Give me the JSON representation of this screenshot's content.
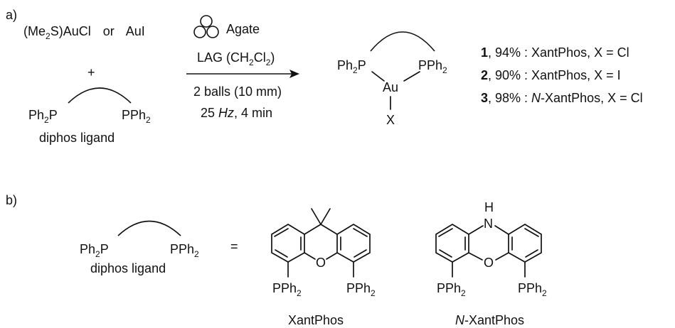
{
  "panel_a": {
    "label": "a)",
    "reagents": {
      "line1_prefix": "(Me",
      "line1_sub": "2",
      "line1_mid": "S)AuCl",
      "or": "or",
      "aui": "AuI",
      "plus": "+"
    },
    "conditions": {
      "agate": "Agate",
      "lag_prefix": "LAG (CH",
      "lag_sub1": "2",
      "lag_mid": "Cl",
      "lag_sub2": "2",
      "lag_suffix": ")",
      "balls": "2 balls (10 mm)",
      "freq_num": "25 ",
      "freq_unit": "Hz",
      "freq_suffix": ", 4 min"
    },
    "ligand": {
      "ph2p": "Ph",
      "ph2p_sub": "2",
      "ph2p_p": "P",
      "pph2": "PPh",
      "pph2_sub": "2",
      "label": "diphos ligand"
    },
    "product": {
      "ph2p": "Ph",
      "ph2p_sub": "2",
      "ph2p_p": "P",
      "pph2": "PPh",
      "pph2_sub": "2",
      "au": "Au",
      "x": "X"
    },
    "results": [
      {
        "num": "1",
        "text": ", 94% : XantPhos, X = Cl",
        "italic_prefix": "",
        "rest": ""
      },
      {
        "num": "2",
        "text": ", 90% : XantPhos, X = I",
        "italic_prefix": "",
        "rest": ""
      },
      {
        "num": "3",
        "text": ", 98% : ",
        "italic_prefix": "N",
        "rest": "-XantPhos, X = Cl"
      }
    ]
  },
  "panel_b": {
    "label": "b)",
    "ligand": {
      "ph2p": "Ph",
      "ph2p_sub": "2",
      "ph2p_p": "P",
      "pph2": "PPh",
      "pph2_sub": "2",
      "label": "diphos ligand"
    },
    "equals": "=",
    "xantphos": {
      "name": "XantPhos",
      "o": "O",
      "left_p": "PPh",
      "left_p_sub": "2",
      "right_p": "PPh",
      "right_p_sub": "2"
    },
    "nxantphos": {
      "name_italic": "N",
      "name_rest": "-XantPhos",
      "h": "H",
      "n": "N",
      "o": "O",
      "left_p": "PPh",
      "left_p_sub": "2",
      "right_p": "PPh",
      "right_p_sub": "2"
    }
  }
}
